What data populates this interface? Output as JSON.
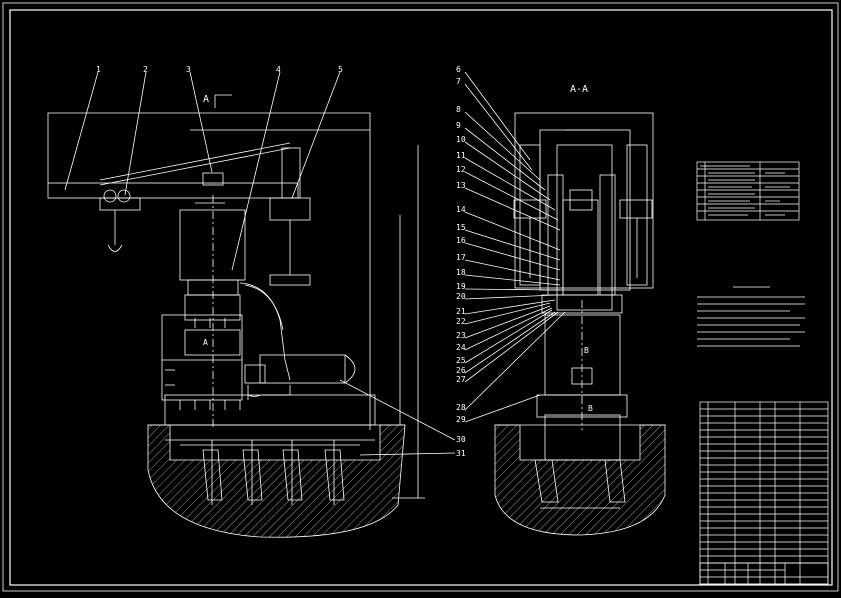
{
  "drawing": {
    "section_title": "A-A",
    "section_arrow_label": "A",
    "cut_label_a": "A",
    "cut_label_b": "B",
    "part_balloons_front": [
      "1",
      "2",
      "3",
      "4",
      "5"
    ],
    "part_balloons_side": [
      "6",
      "7",
      "8",
      "9",
      "10",
      "11",
      "12",
      "13",
      "14",
      "15",
      "16",
      "17",
      "18",
      "19",
      "20",
      "21",
      "22",
      "23",
      "24",
      "25",
      "26",
      "27",
      "28",
      "29",
      "30",
      "31"
    ]
  },
  "colors": {
    "background": "#000000",
    "lines": "#ffffff"
  }
}
